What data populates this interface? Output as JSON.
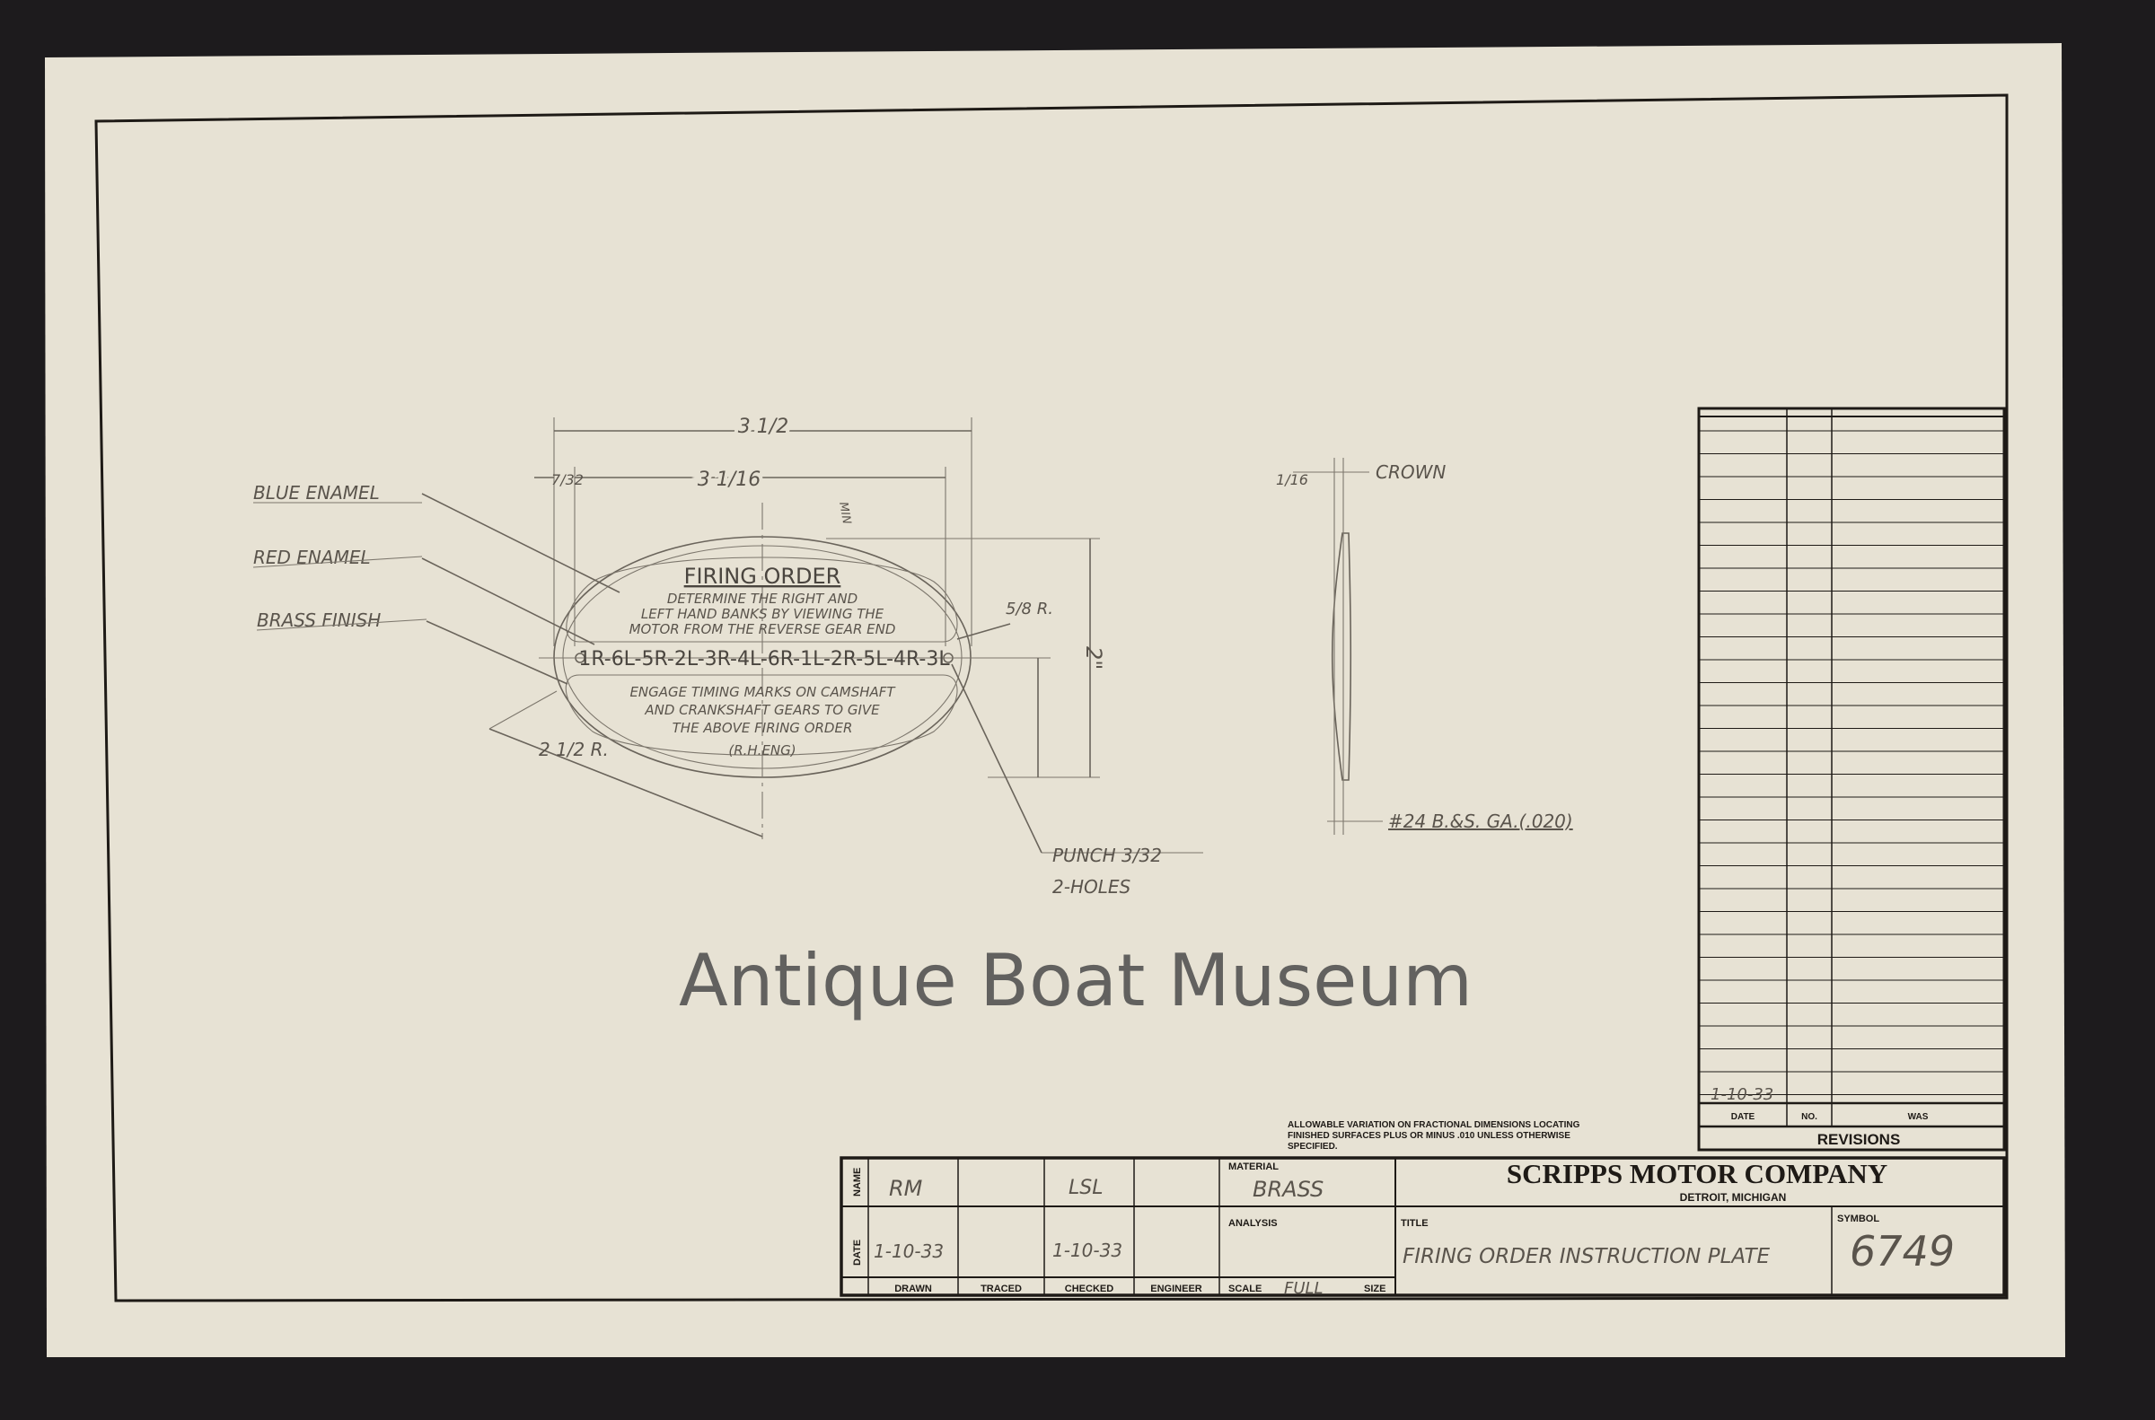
{
  "drawing": {
    "plate": {
      "heading": "FIRING ORDER",
      "instructions_top": [
        "DETERMINE THE RIGHT AND",
        "LEFT HAND BANKS BY VIEWING THE",
        "MOTOR FROM THE REVERSE GEAR END"
      ],
      "firing_sequence": "1R-6L-5R-2L-3R-4L-6R-1L-2R-5L-4R-3L",
      "instructions_bottom": [
        "ENGAGE TIMING MARKS ON CAMSHAFT",
        "AND CRANKSHAFT GEARS TO GIVE",
        "THE ABOVE FIRING ORDER",
        "(R.H.ENG)"
      ]
    },
    "callouts": {
      "blue_enamel": "BLUE ENAMEL",
      "red_enamel": "RED ENAMEL",
      "brass_finish": "BRASS FINISH",
      "punch": "PUNCH 3/32",
      "holes": "2-HOLES",
      "crown": "CROWN",
      "gauge": "#24 B.&S. GA.(.020)"
    },
    "dimensions": {
      "overall_width": "3 1/2",
      "inner_width": "3 1/16",
      "edge_offset": "7/32",
      "min": "MIN",
      "end_radius": "5/8 R.",
      "height": "2\"",
      "side_radius": "2 1/2 R.",
      "thickness": "1/16"
    }
  },
  "watermark": "Antique Boat Museum",
  "revisions": {
    "title": "REVISIONS",
    "headers": [
      "DATE",
      "NO.",
      "WAS"
    ],
    "entries": [
      {
        "date": "1-10-33",
        "no": "",
        "was": ""
      }
    ]
  },
  "tolerance_note": [
    "ALLOWABLE VARIATION ON FRACTIONAL DIMENSIONS LOCATING",
    "FINISHED SURFACES PLUS OR MINUS .010 UNLESS OTHERWISE",
    "SPECIFIED."
  ],
  "title_block": {
    "row_labels": [
      "NAME",
      "DATE"
    ],
    "columns": [
      "DRAWN",
      "TRACED",
      "CHECKED",
      "ENGINEER"
    ],
    "drawn_name": "RM",
    "drawn_date": "1-10-33",
    "checked_name": "LSL",
    "checked_date": "1-10-33",
    "material_label": "MATERIAL",
    "material": "BRASS",
    "analysis_label": "ANALYSIS",
    "scale_label": "SCALE",
    "scale": "FULL",
    "size_label": "SIZE",
    "company": "SCRIPPS MOTOR COMPANY",
    "location": "DETROIT, MICHIGAN",
    "title_label": "TITLE",
    "title": "FIRING ORDER INSTRUCTION PLATE",
    "symbol_label": "SYMBOL",
    "symbol": "6749"
  }
}
